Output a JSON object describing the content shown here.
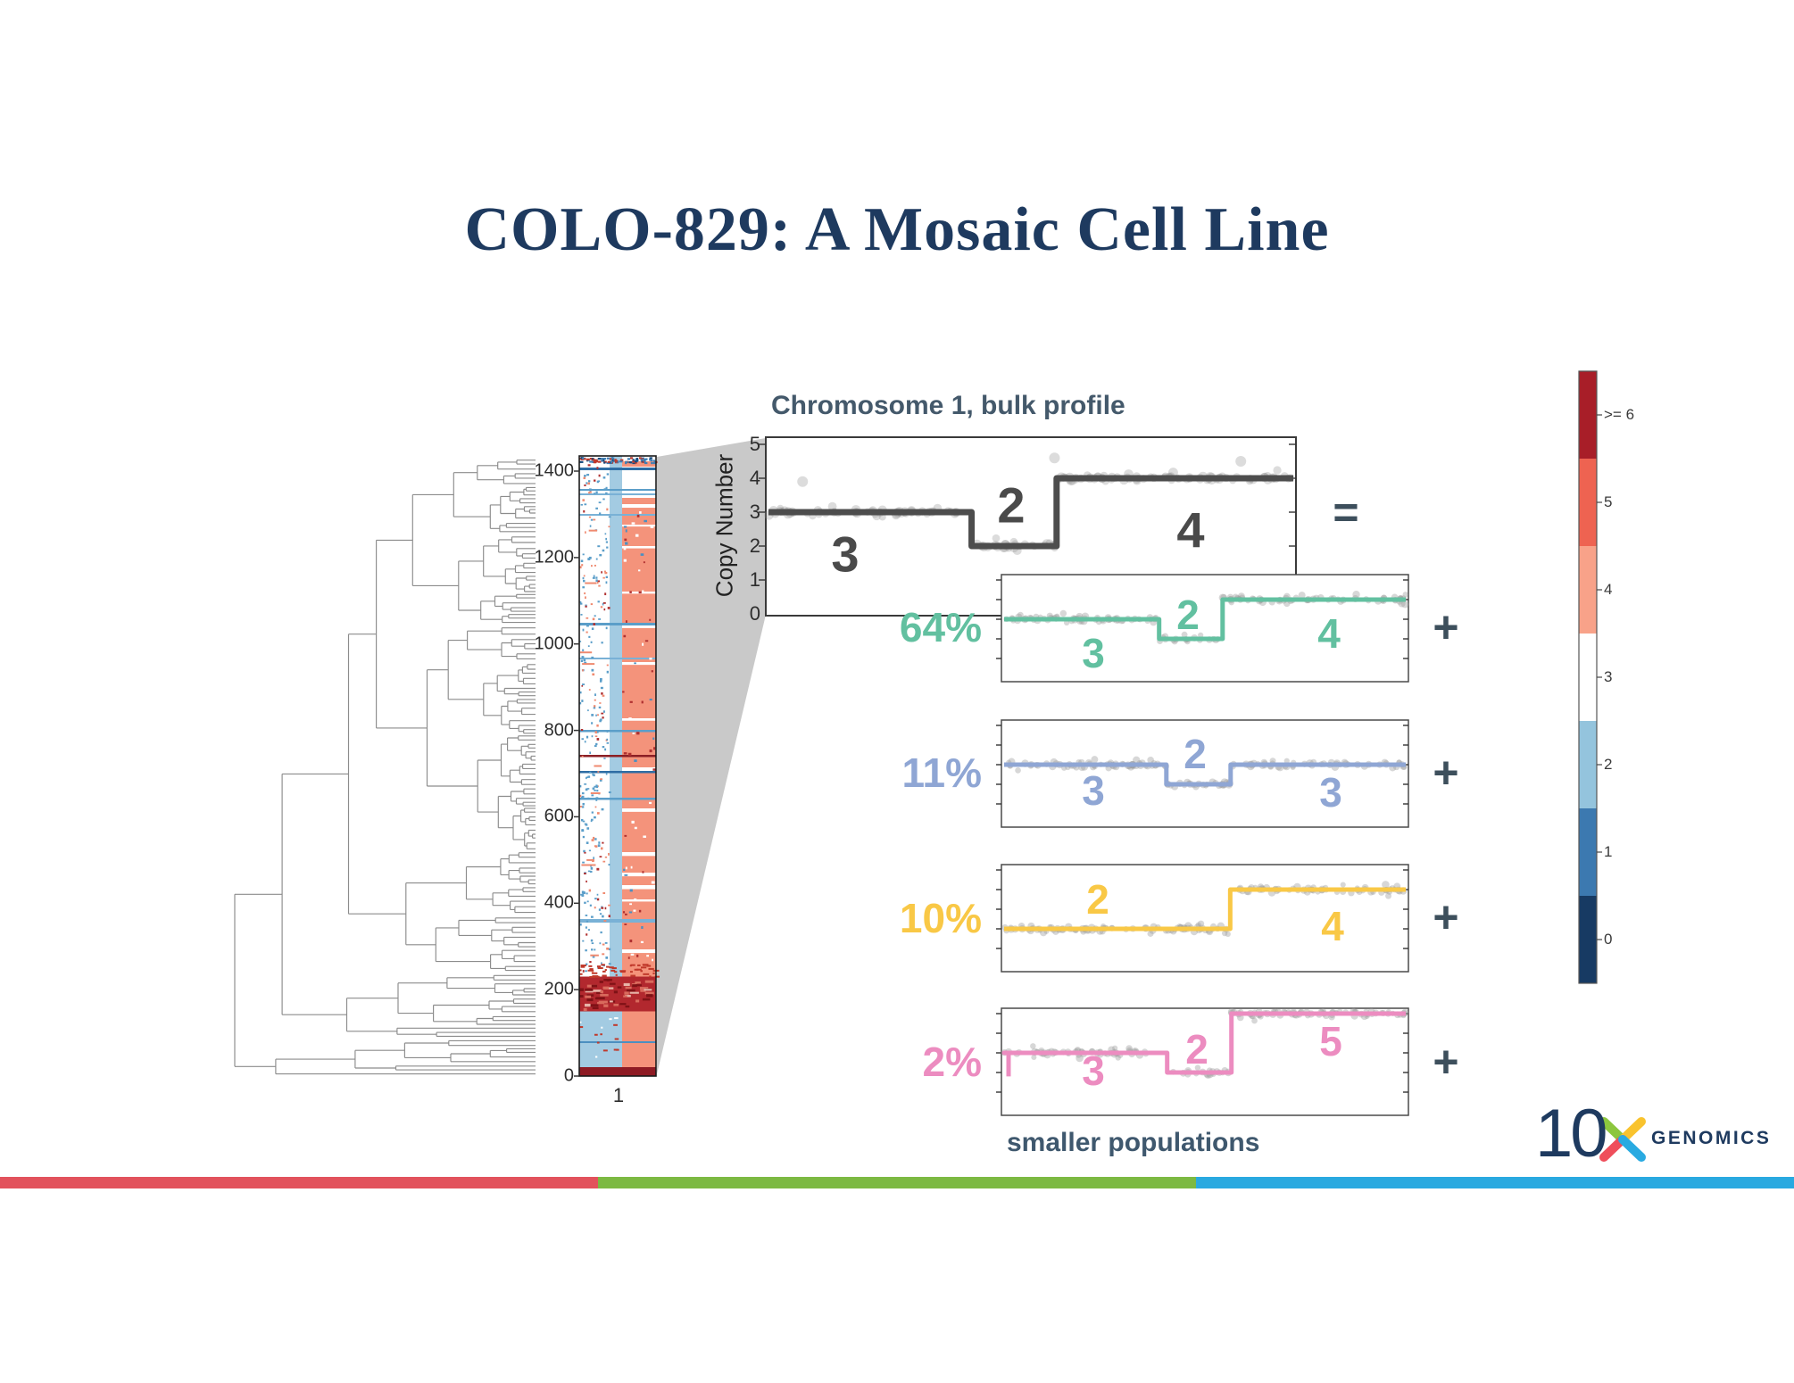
{
  "slide": {
    "title": "COLO-829: A Mosaic Cell Line",
    "title_color": "#1e3a5f",
    "equals_sign": "=",
    "plus_sign": "+",
    "operator_color": "#3d4f5c",
    "footer_note": "smaller populations"
  },
  "heatmap": {
    "xlabel": "1",
    "ytick_labels": [
      "1400",
      "1200",
      "1000",
      "800",
      "600",
      "400",
      "200",
      "0"
    ],
    "zone_colors": {
      "background": "#ffffff",
      "cn2_band": "#a3cbe2",
      "cn4_zone": "#f4937b",
      "cn6_band": "#b2282e",
      "bottom_strip": "#8e1b24"
    }
  },
  "colorbar": {
    "labels": [
      ">= 6",
      "5",
      "4",
      "3",
      "2",
      "1",
      "0"
    ],
    "colors": [
      "#a81e28",
      "#ee6351",
      "#f8a289",
      "#ffffff",
      "#94c4dd",
      "#3c79b0",
      "#173a63"
    ]
  },
  "logo": {
    "number": "10",
    "word": "GENOMICS",
    "color": "#1e3a5f",
    "x_colors": {
      "top_left": "#8cc63e",
      "top_right": "#f9c32e",
      "bottom_left": "#ef4e5b",
      "bottom_right": "#29aae1"
    }
  },
  "footer_stripe": {
    "colors": [
      "#e2525c",
      "#7cb942",
      "#29a9e0"
    ]
  },
  "chart_data": [
    {
      "id": "bulk_profile",
      "type": "line",
      "title": "Chromosome 1, bulk profile",
      "ylabel": "Copy Number",
      "ytick_labels": [
        "0",
        "1",
        "2",
        "3",
        "4",
        "5"
      ],
      "ylim": [
        0,
        5.2
      ],
      "line_color": "#4d4d4d",
      "label_color": "#4a4a4a",
      "segments": [
        {
          "label": "3",
          "copy_number": 3,
          "x_start": 0,
          "x_end": 0.387
        },
        {
          "label": "2",
          "copy_number": 2,
          "x_start": 0.387,
          "x_end": 0.549
        },
        {
          "label": "4",
          "copy_number": 4,
          "x_start": 0.549,
          "x_end": 1
        }
      ],
      "outliers": [
        {
          "x": 0.065,
          "copy_number": 3.9
        },
        {
          "x": 0.545,
          "copy_number": 4.6
        },
        {
          "x": 0.9,
          "copy_number": 4.5
        }
      ]
    },
    {
      "id": "population_64",
      "type": "line",
      "percent": "64%",
      "color": "#62c0a0",
      "segments": [
        {
          "label": "3",
          "copy_number": 3,
          "x_start": 0,
          "x_end": 0.386
        },
        {
          "label": "2",
          "copy_number": 2,
          "x_start": 0.386,
          "x_end": 0.544
        },
        {
          "label": "4",
          "copy_number": 4,
          "x_start": 0.544,
          "x_end": 1
        }
      ]
    },
    {
      "id": "population_11",
      "type": "line",
      "percent": "11%",
      "color": "#8fa6d4",
      "segments": [
        {
          "label": "3",
          "copy_number": 3,
          "x_start": 0,
          "x_end": 0.404
        },
        {
          "label": "2",
          "copy_number": 2,
          "x_start": 0.404,
          "x_end": 0.564
        },
        {
          "label": "3",
          "copy_number": 3,
          "x_start": 0.564,
          "x_end": 1
        }
      ]
    },
    {
      "id": "population_10",
      "type": "line",
      "percent": "10%",
      "color": "#f9c846",
      "segments": [
        {
          "label": "2",
          "copy_number": 2,
          "x_start": 0,
          "x_end": 0.563
        },
        {
          "label": "4",
          "copy_number": 4,
          "x_start": 0.563,
          "x_end": 1
        }
      ]
    },
    {
      "id": "population_2",
      "type": "line",
      "percent": "2%",
      "color": "#ec8cc0",
      "lead_in": true,
      "segments": [
        {
          "label": "3",
          "copy_number": 3,
          "x_start": 0,
          "x_end": 0.406
        },
        {
          "label": "2",
          "copy_number": 2,
          "x_start": 0.406,
          "x_end": 0.566
        },
        {
          "label": "5",
          "copy_number": 5,
          "x_start": 0.566,
          "x_end": 1
        }
      ]
    },
    {
      "id": "clone_heatmap",
      "type": "heatmap",
      "xlabel": "1",
      "ytick_labels": [
        "0",
        "200",
        "400",
        "600",
        "800",
        "1000",
        "1200",
        "1400"
      ],
      "ylim": [
        0,
        1450
      ],
      "legend": "copy number, see colorbar"
    },
    {
      "id": "cell_dendrogram",
      "type": "dendrogram",
      "orientation": "left"
    }
  ]
}
